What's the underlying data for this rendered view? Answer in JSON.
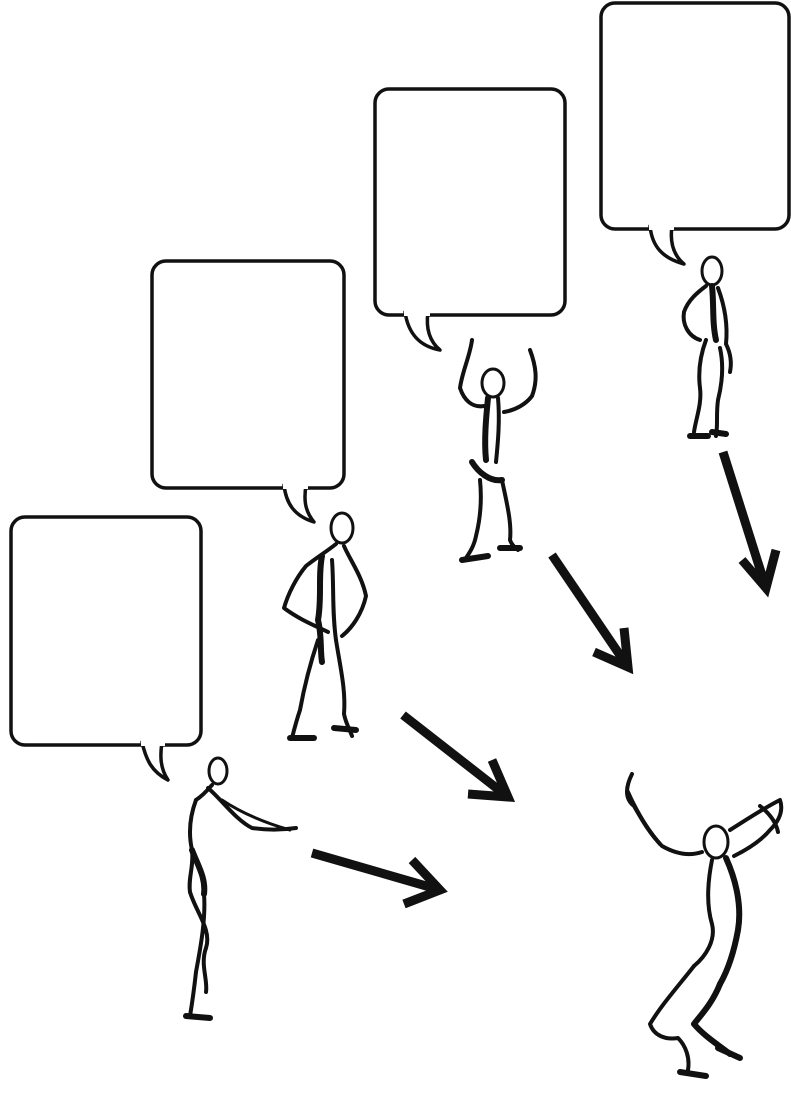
{
  "speech_bubbles": [
    {
      "text": ""
    },
    {
      "text": ""
    },
    {
      "text": ""
    },
    {
      "text": ""
    }
  ],
  "figures": [
    {
      "pose": "reaching-forward"
    },
    {
      "pose": "standing-hands-on-hips"
    },
    {
      "pose": "arms-raised"
    },
    {
      "pose": "standing-hand-on-hip"
    },
    {
      "pose": "leaping-arms-outstretched"
    }
  ],
  "arrows": [
    {
      "from": "figure-1",
      "to": "figure-5"
    },
    {
      "from": "figure-2",
      "to": "figure-5"
    },
    {
      "from": "figure-3",
      "to": "figure-5"
    },
    {
      "from": "figure-4",
      "to": "figure-5"
    }
  ],
  "colors": {
    "background": "#ffffff",
    "ink": "#111111"
  }
}
